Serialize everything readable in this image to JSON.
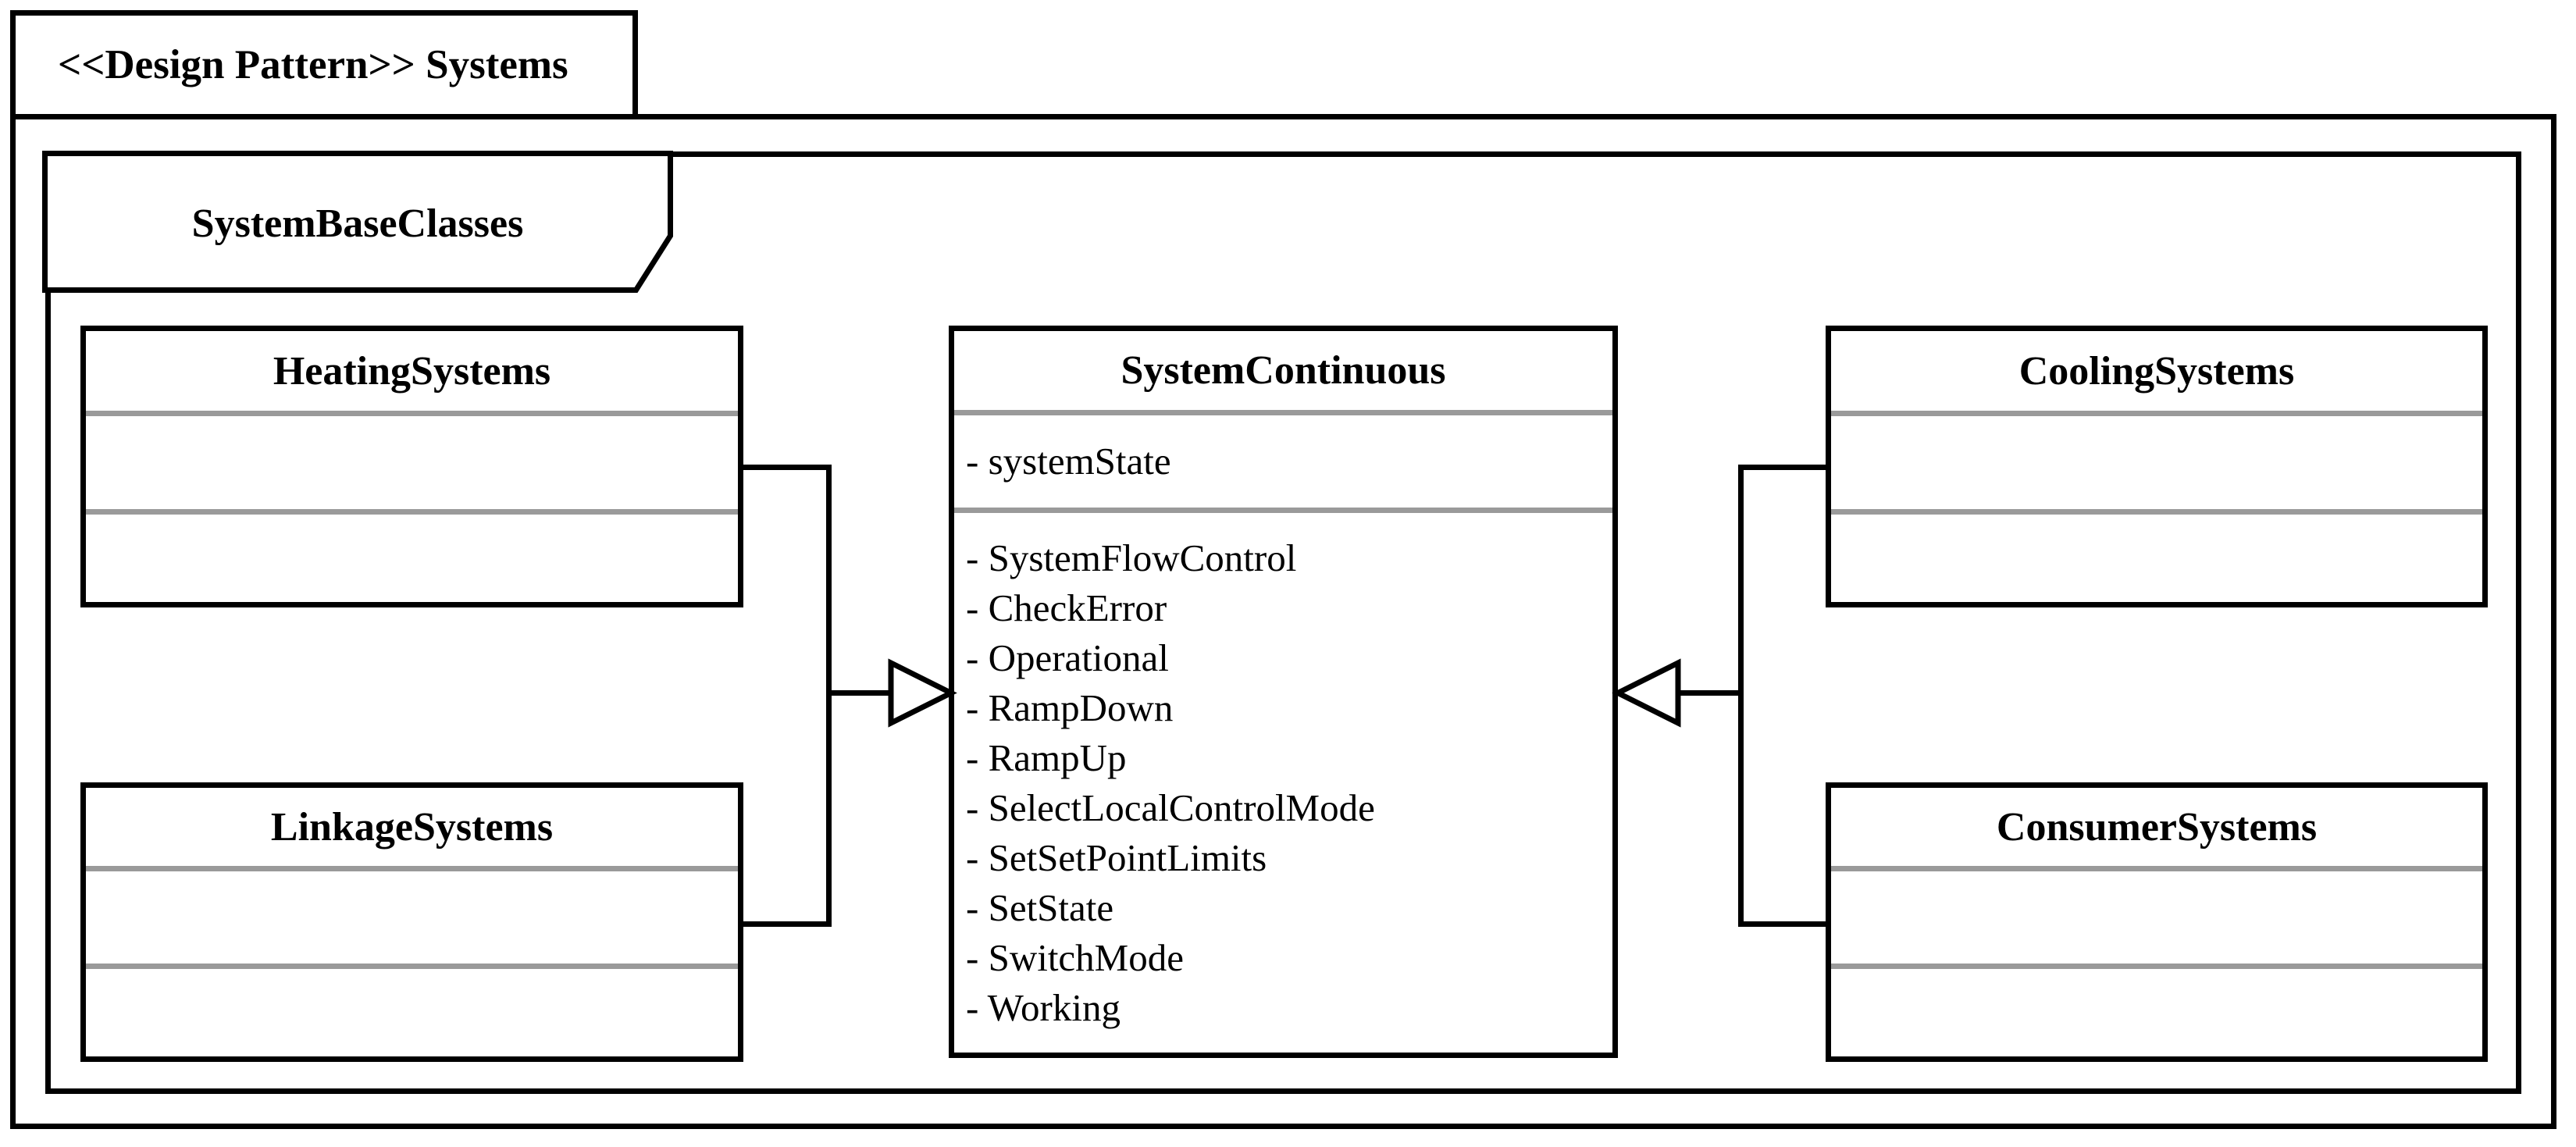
{
  "diagram": {
    "kind": "uml-class-diagram"
  },
  "outer_package": {
    "title": "<<Design Pattern>> Systems"
  },
  "inner_package": {
    "title": "SystemBaseClasses"
  },
  "classes": [
    {
      "id": "heating",
      "name": "HeatingSystems",
      "attributes": [],
      "operations": []
    },
    {
      "id": "linkage",
      "name": "LinkageSystems",
      "attributes": [],
      "operations": []
    },
    {
      "id": "continuous",
      "name": "SystemContinuous",
      "attributes": [
        "- systemState"
      ],
      "operations": [
        "- SystemFlowControl",
        "- CheckError",
        "- Operational",
        "- RampDown",
        "- RampUp",
        "- SelectLocalControlMode",
        "- SetSetPointLimits",
        "- SetState",
        "- SwitchMode",
        "- Working"
      ]
    },
    {
      "id": "cooling",
      "name": "CoolingSystems",
      "attributes": [],
      "operations": []
    },
    {
      "id": "consumer",
      "name": "ConsumerSystems",
      "attributes": [],
      "operations": []
    }
  ],
  "relationships": [
    {
      "type": "generalization",
      "from": "HeatingSystems",
      "to": "SystemContinuous"
    },
    {
      "type": "generalization",
      "from": "LinkageSystems",
      "to": "SystemContinuous"
    },
    {
      "type": "generalization",
      "from": "CoolingSystems",
      "to": "SystemContinuous"
    },
    {
      "type": "generalization",
      "from": "ConsumerSystems",
      "to": "SystemContinuous"
    }
  ],
  "colors": {
    "line": "#000000",
    "compartment_separator": "#9a9a9a",
    "background": "#ffffff"
  }
}
